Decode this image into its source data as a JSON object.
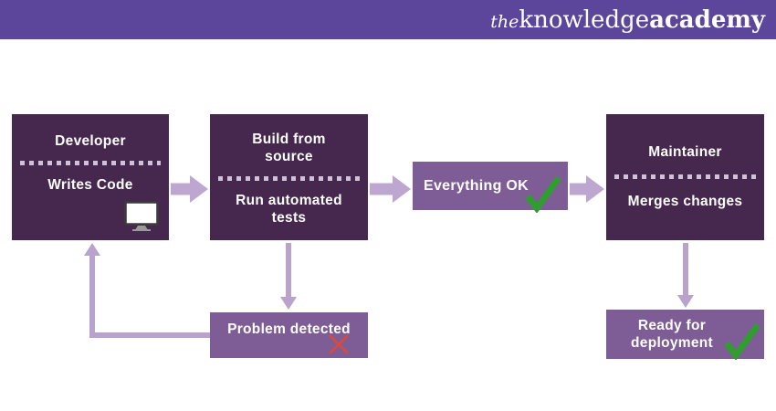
{
  "header": {
    "logo_the": "the",
    "logo_knowledge": "knowledge",
    "logo_academy": "academy"
  },
  "nodes": {
    "developer": {
      "title": "Developer",
      "subtitle": "Writes Code"
    },
    "build": {
      "title": "Build from source",
      "subtitle": "Run automated tests"
    },
    "everything_ok": {
      "label": "Everything OK",
      "status": "success"
    },
    "maintainer": {
      "title": "Maintainer",
      "subtitle": "Merges changes"
    },
    "problem": {
      "label": "Problem detected",
      "status": "failure"
    },
    "ready": {
      "label": "Ready for deployment",
      "status": "success"
    }
  },
  "icons": {
    "monitor": "desktop-monitor",
    "check": "✓",
    "cross": "✕"
  },
  "colors": {
    "header_purple": "#5b469c",
    "dark_box": "#46284e",
    "medium_box": "#7e5c95",
    "arrow": "#bda7d0",
    "thin_arrow": "#b9a3cd",
    "divider_dots": "#cfc3da",
    "check_green": "#2f9e2f",
    "cross_red": "#dd4936",
    "text": "#ffffff"
  }
}
